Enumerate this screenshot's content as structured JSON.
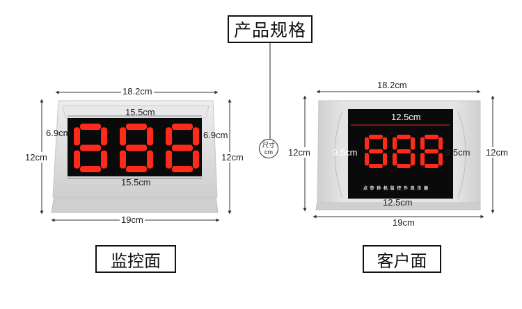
{
  "page": {
    "title": "产品规格",
    "unit_circle": {
      "line1": "尺寸",
      "line2": "cm"
    }
  },
  "left_device": {
    "caption": "监控面",
    "width_top": "18.2cm",
    "width_bottom": "19cm",
    "height_left": "12cm",
    "height_right": "12cm",
    "screen_width_top": "15.5cm",
    "screen_width_bottom": "15.5cm",
    "screen_height_left": "6.9cm",
    "screen_height_right": "6.9cm",
    "display_digits": "888"
  },
  "right_device": {
    "caption": "客户面",
    "width_top": "18.2cm",
    "width_bottom": "19cm",
    "height_left": "12cm",
    "height_right": "12cm",
    "screen_width_top": "12.5cm",
    "screen_width_bottom": "12.5cm",
    "screen_height_left": "9.5cm",
    "screen_height_right": "9.5cm",
    "display_digits": "888",
    "footer_text": "点 钞 秒 机 监 控 外 显 示 器"
  },
  "colors": {
    "digit_on": "#ff2a1a",
    "digit_glow": "#ff6a50",
    "screen_bg": "#0a0a0a",
    "housing": "#d9d9d9"
  }
}
